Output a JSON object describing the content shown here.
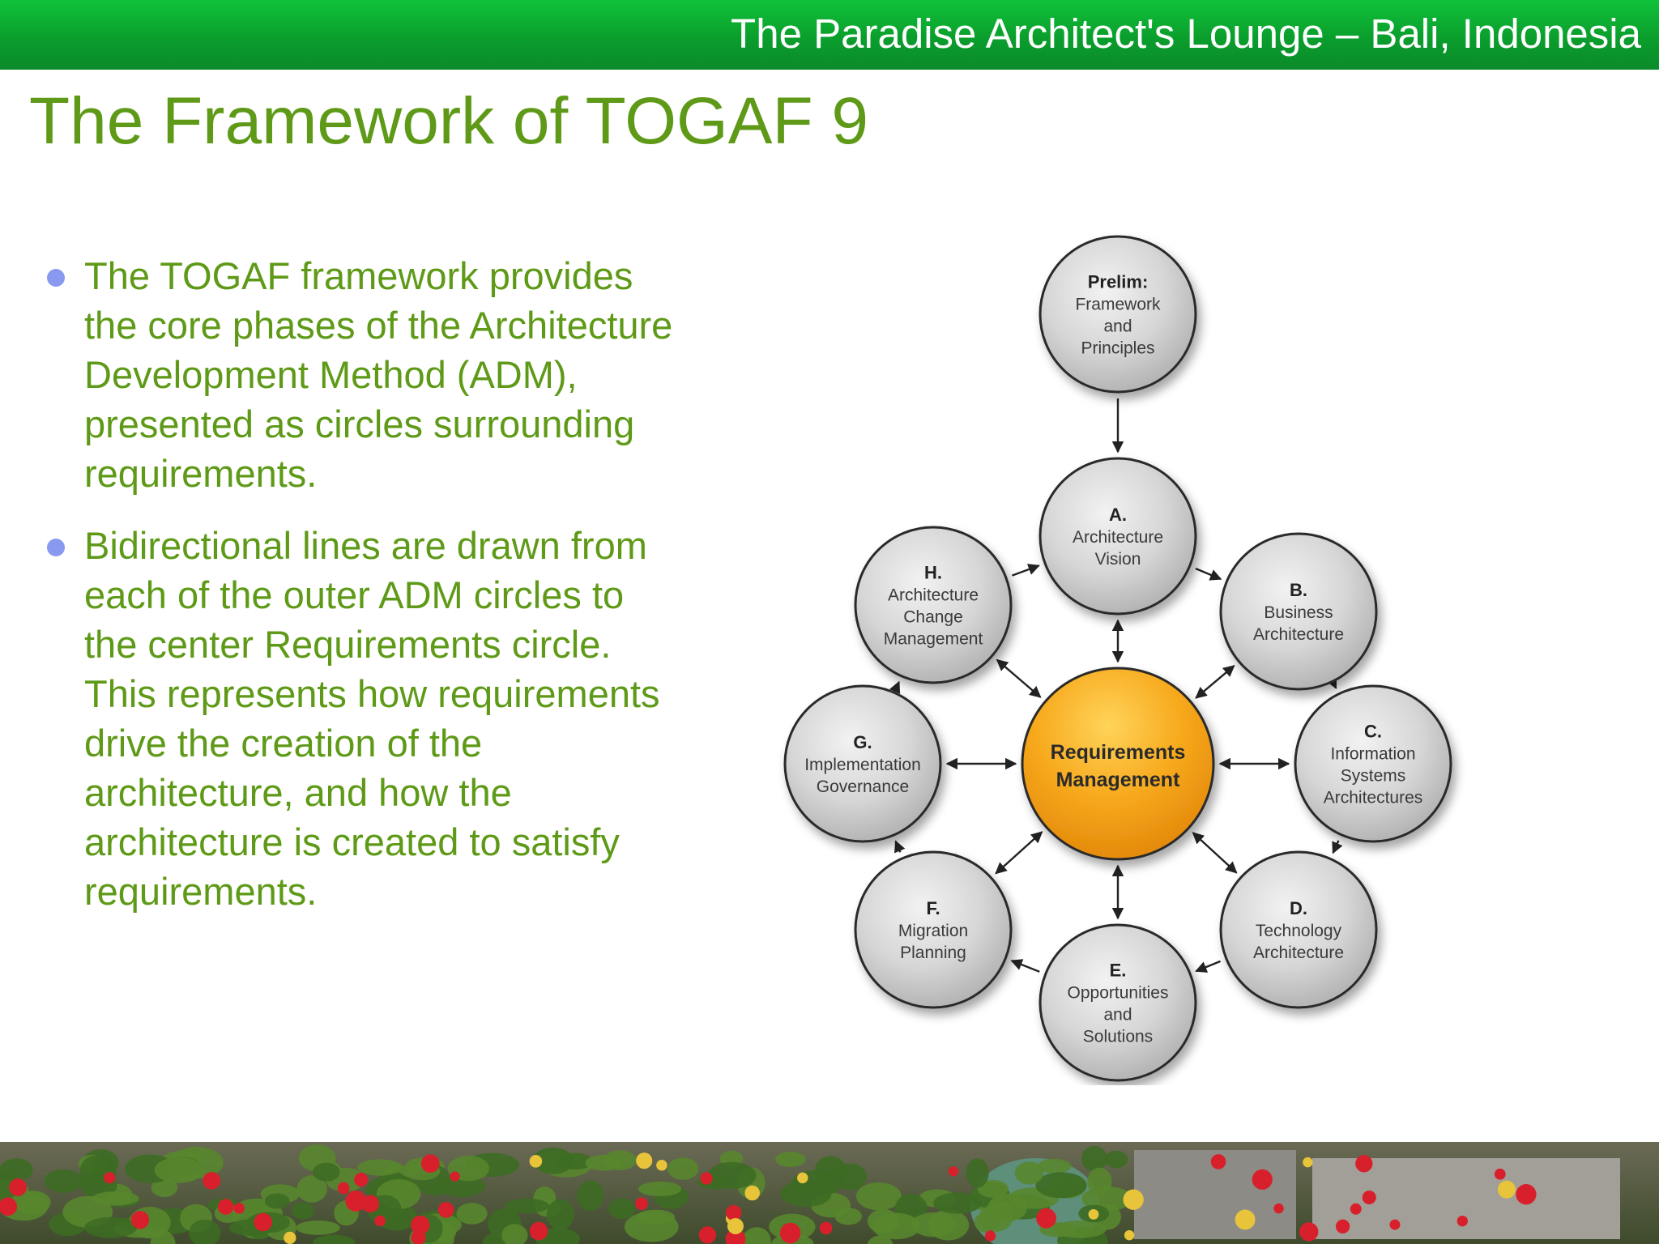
{
  "banner": {
    "title": "The Paradise Architect's Lounge – Bali, Indonesia"
  },
  "slide": {
    "title": "The Framework of TOGAF 9"
  },
  "bullets": [
    {
      "text": "The TOGAF framework provides the core phases of the Architecture Development Method (ADM), presented as circles surrounding requirements."
    },
    {
      "text": "Bidirectional lines are drawn from each of the outer ADM circles to the center Requirements circle. This represents how requirements drive the creation of the architecture, and how the architecture is created to satisfy requirements."
    }
  ],
  "diagram": {
    "prelim": {
      "heading": "Prelim:",
      "lines": [
        "Framework",
        "and",
        "Principles"
      ]
    },
    "center": {
      "lines": [
        "Requirements",
        "Management"
      ]
    },
    "phases": {
      "a": {
        "heading": "A.",
        "lines": [
          "Architecture",
          "Vision"
        ]
      },
      "b": {
        "heading": "B.",
        "lines": [
          "Business",
          "Architecture"
        ]
      },
      "c": {
        "heading": "C.",
        "lines": [
          "Information",
          "Systems",
          "Architectures"
        ]
      },
      "d": {
        "heading": "D.",
        "lines": [
          "Technology",
          "Architecture"
        ]
      },
      "e": {
        "heading": "E.",
        "lines": [
          "Opportunities",
          "and",
          "Solutions"
        ]
      },
      "f": {
        "heading": "F.",
        "lines": [
          "Migration",
          "Planning"
        ]
      },
      "g": {
        "heading": "G.",
        "lines": [
          "Implementation",
          "Governance"
        ]
      },
      "h": {
        "heading": "H.",
        "lines": [
          "Architecture",
          "Change",
          "Management"
        ]
      }
    }
  },
  "colors": {
    "banner": "#0a9e2c",
    "title_green": "#5e9a17",
    "bullet_dot": "#8a99f0",
    "phase_circle": "#d4d4d4",
    "center_circle": "#f5a416"
  }
}
